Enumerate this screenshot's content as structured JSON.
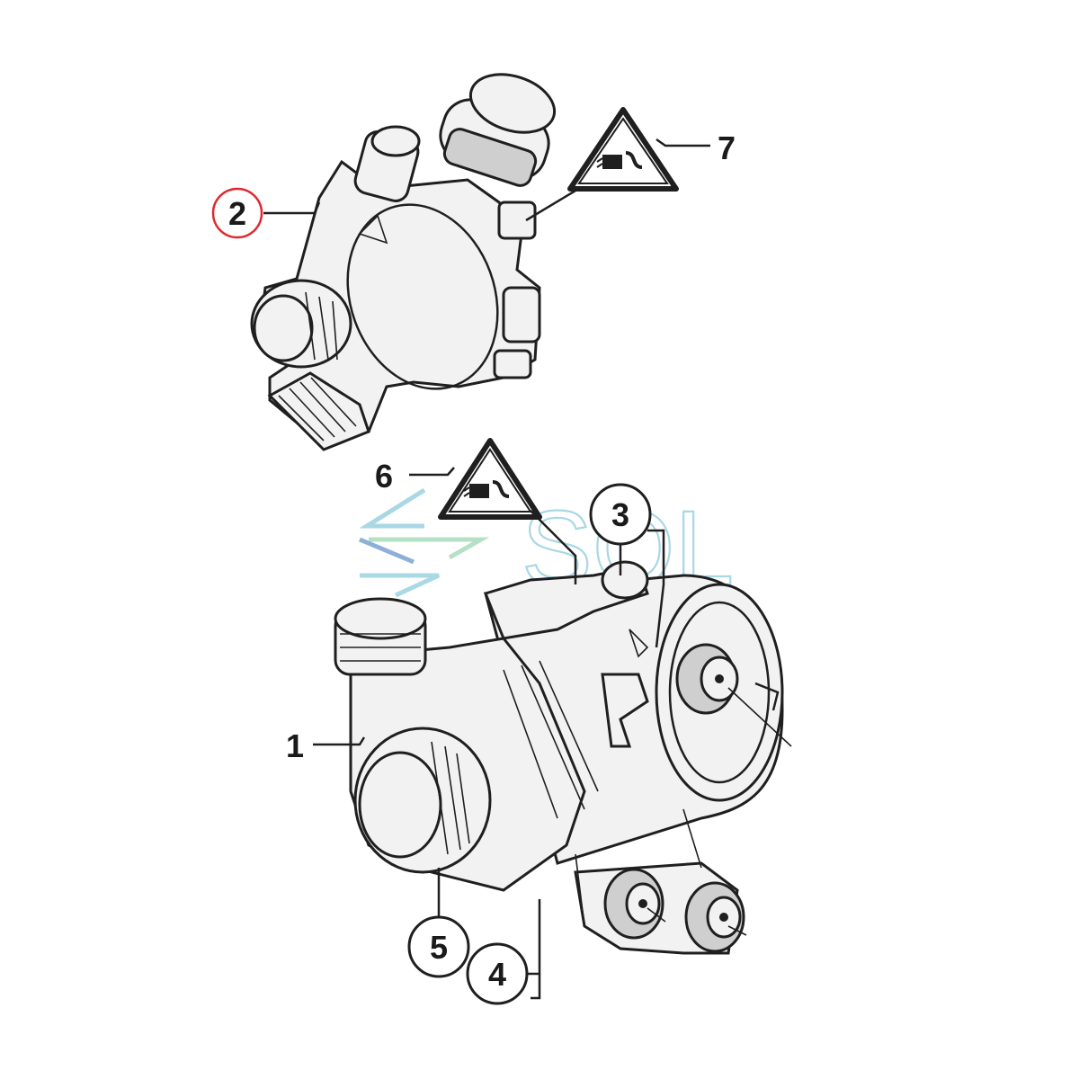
{
  "colors": {
    "line": "#1f1f1f",
    "part_fill": "#f2f2f2",
    "highlight_circle": "#e0282e",
    "watermark": "#7cc3d6",
    "watermark_green": "#8fd0a8"
  },
  "callouts": {
    "c1": "1",
    "c2": "2",
    "c3": "3",
    "c4": "4",
    "c5": "5",
    "c6": "6",
    "c7": "7"
  },
  "highlighted_callout": "2",
  "watermark": {
    "text": "SOL"
  },
  "icons": {
    "warning_top": "warning-triangle-electrical-icon",
    "warning_bottom": "warning-triangle-electrical-icon"
  }
}
